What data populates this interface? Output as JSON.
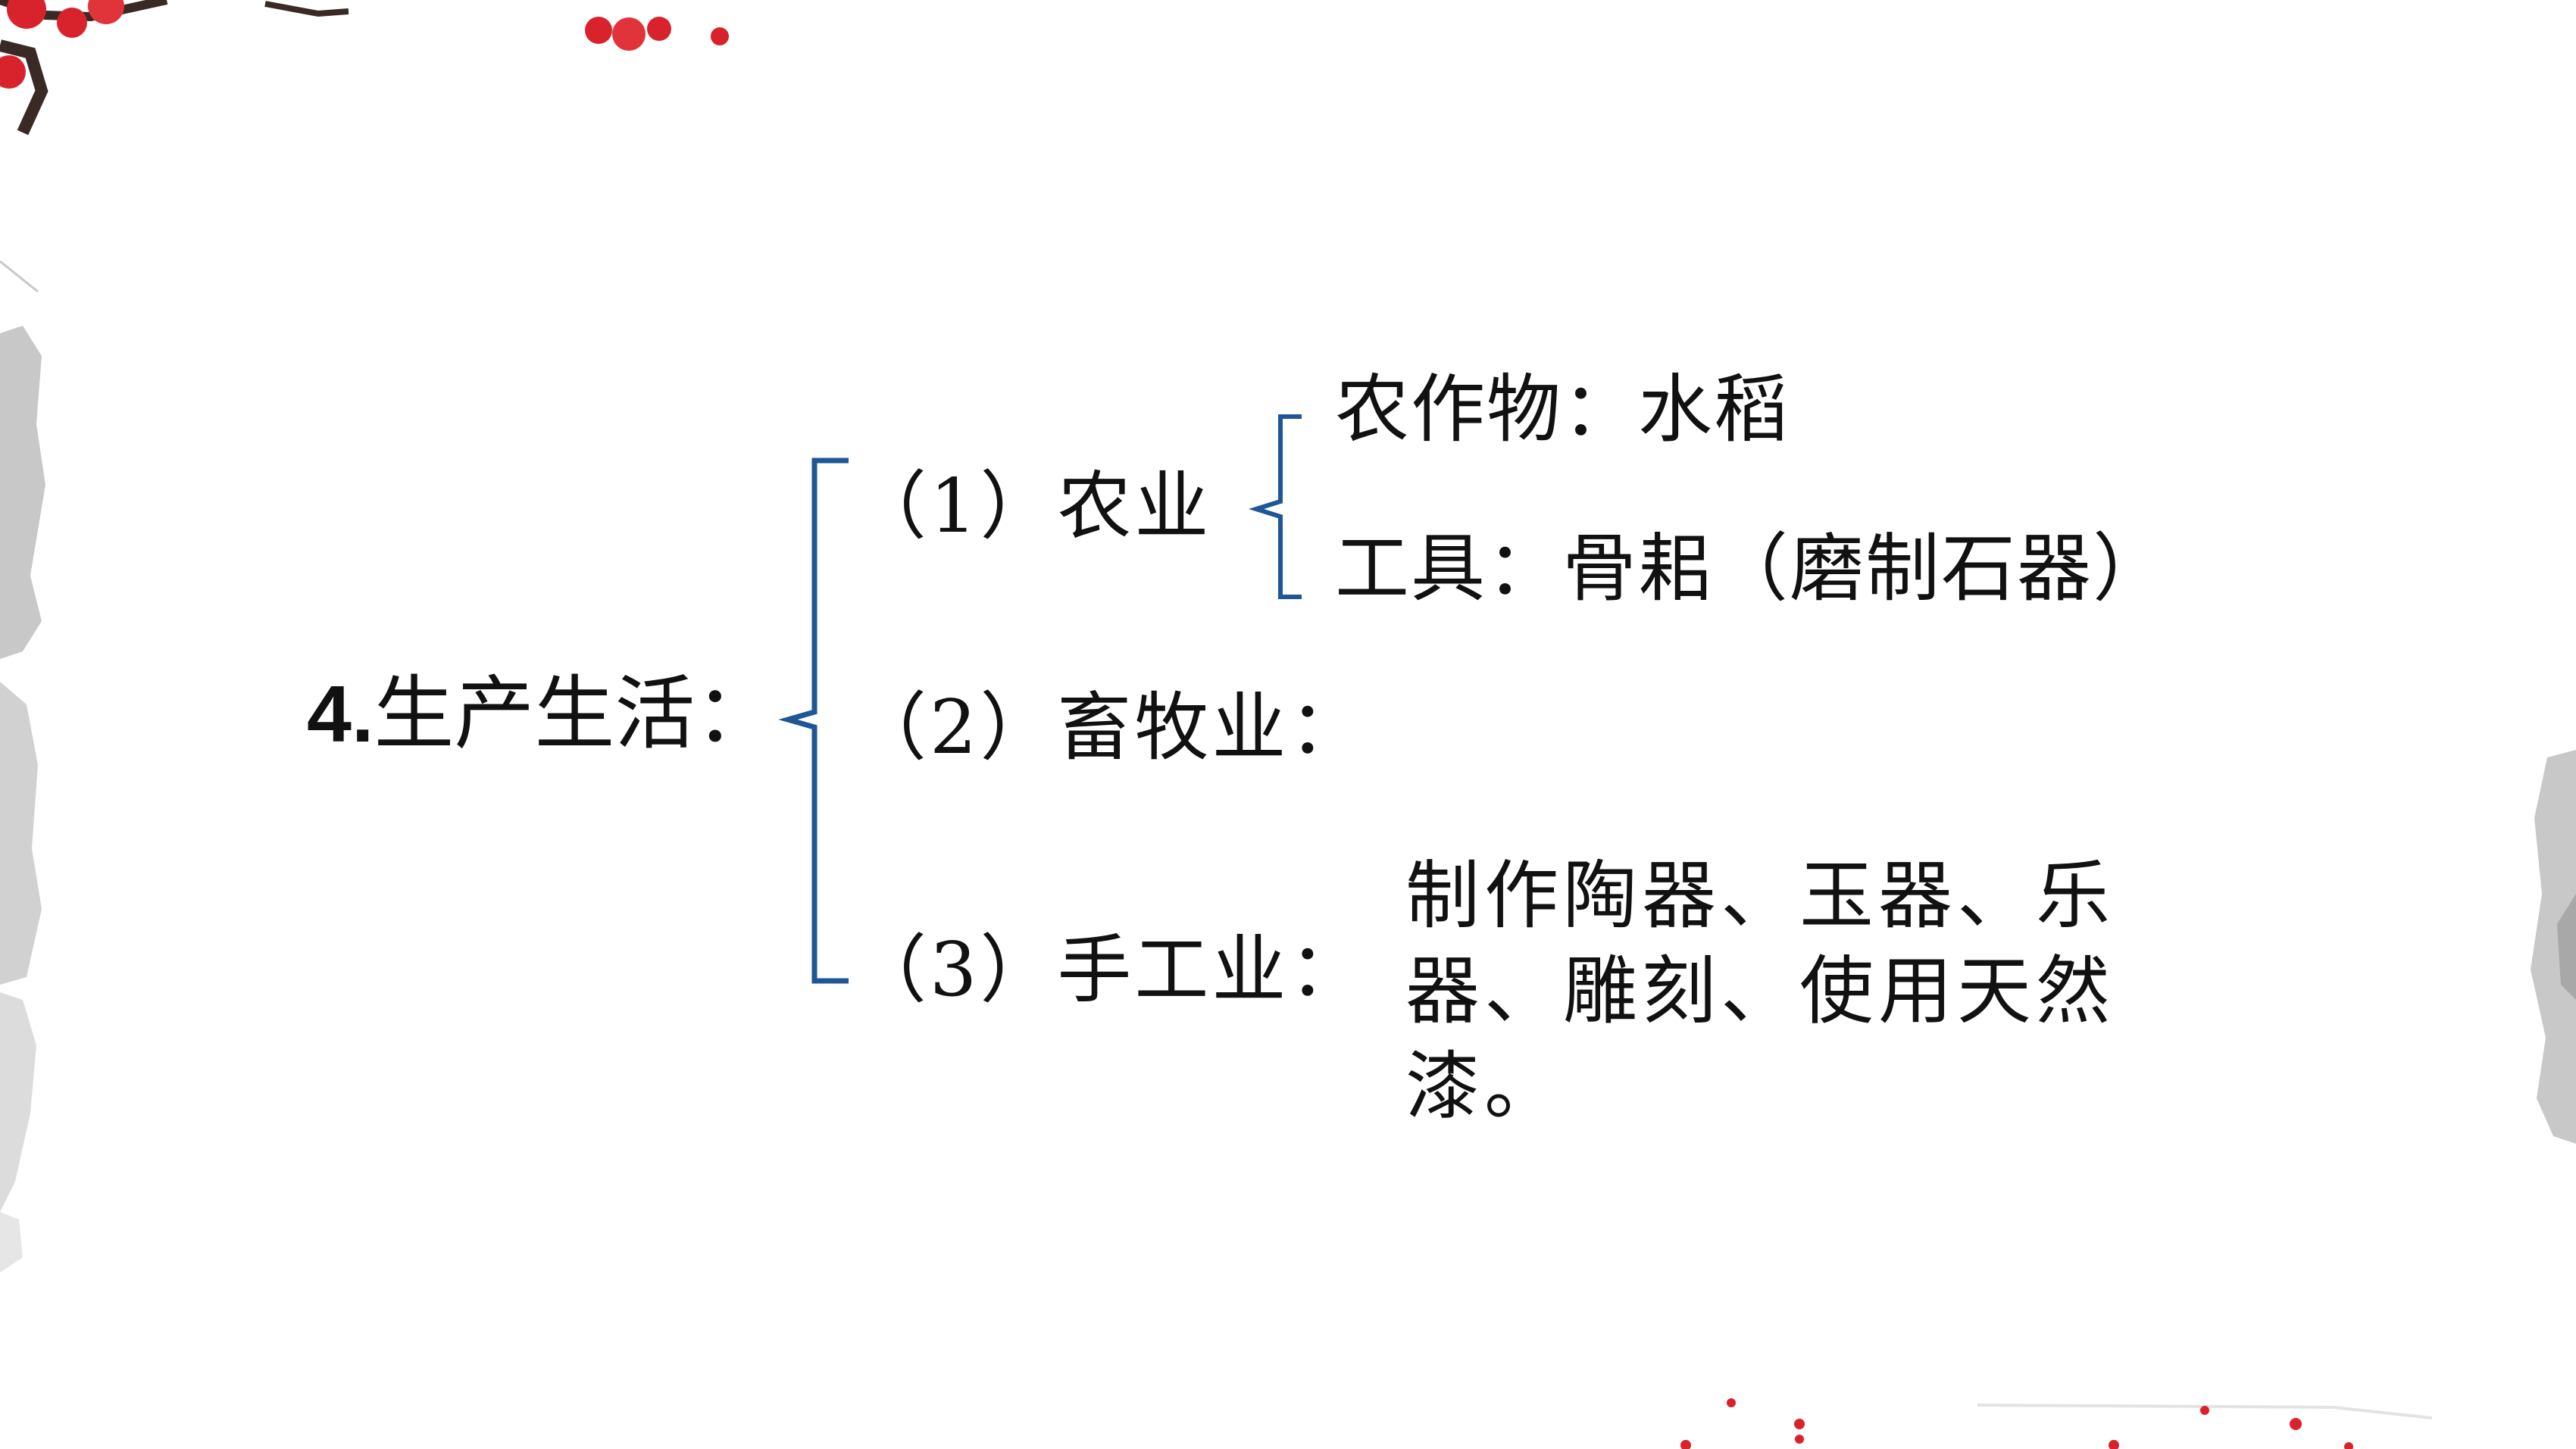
{
  "colors": {
    "background": "#ffffff",
    "text": "#111111",
    "brace": "#1f5796",
    "blossom": "#d9232c",
    "ink_wash": "#9a9a9a"
  },
  "decorations": {
    "top_left": "plum-blossom-branch",
    "left_edge": "ink-wash-mountain",
    "right_edge": "ink-wash-mountain",
    "bottom": "scattered-red-petals"
  },
  "title": {
    "number": "4.",
    "text": "生产生活："
  },
  "branches": [
    {
      "label": "（1）农业"
    },
    {
      "label": "（2）畜牧业："
    },
    {
      "label": "（3）手工业："
    }
  ],
  "agriculture": {
    "crops": "农作物：水稻",
    "tools": "工具：骨耜（磨制石器）"
  },
  "handicraft": {
    "text": "制作陶器、玉器、乐器、雕刻、使用天然漆。"
  }
}
